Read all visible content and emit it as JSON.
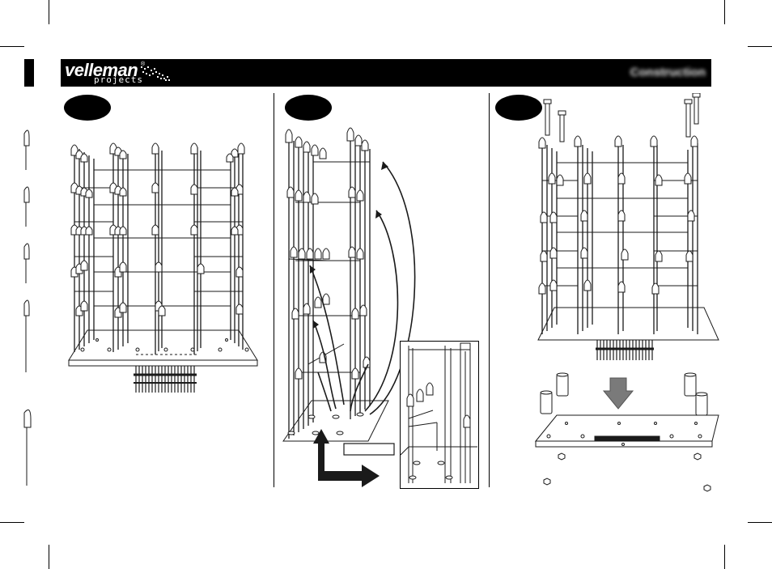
{
  "header": {
    "brand_name": "velleman",
    "brand_mark": "®",
    "brand_sub": "projects",
    "section_title": "Construction"
  },
  "colors": {
    "bar": "#000000",
    "line_art": "#1a1a1a",
    "arrow_fill": "#7a7a7a"
  },
  "steps": [
    {
      "badge": "",
      "icon": "led-cube-front-view"
    },
    {
      "badge": "",
      "icon": "led-cube-side-wiring-view"
    },
    {
      "badge": "",
      "icon": "led-cube-base-mount-view"
    }
  ],
  "icons": {
    "led_cube": "led-cube-icon",
    "curved_arrow": "curved-arrow-icon",
    "down_arrow": "down-arrow-icon",
    "bolt": "bolt-icon",
    "standoff": "standoff-icon",
    "nut": "nut-icon",
    "pcb": "pcb-board-icon",
    "pin_header": "pin-header-icon"
  }
}
